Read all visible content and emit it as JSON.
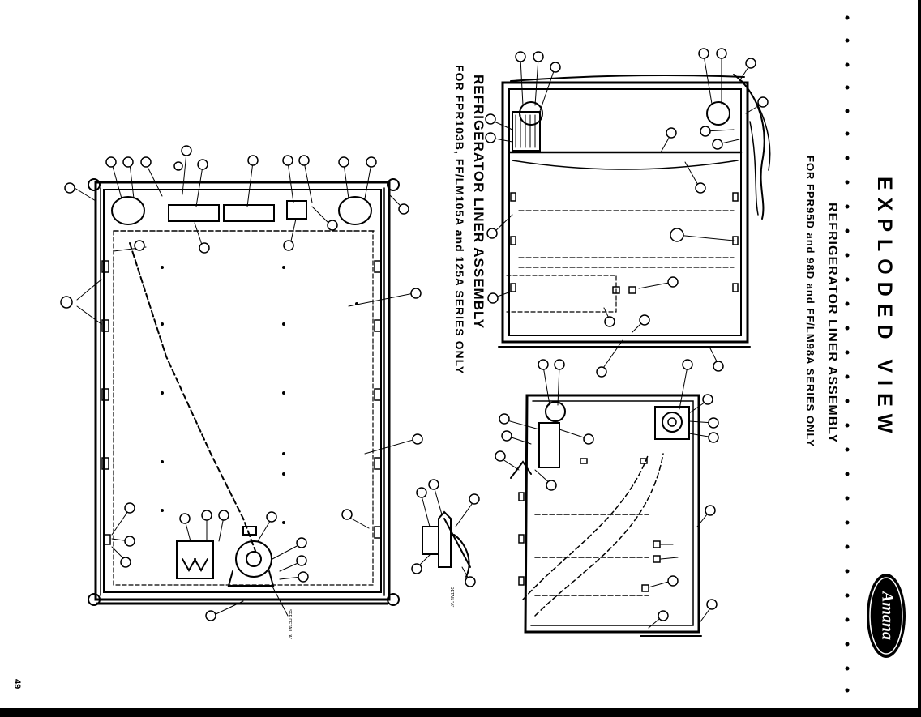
{
  "title": "EXPLODED VIEW",
  "right_assembly": {
    "heading": "REFRIGERATOR LINER ASSEMBLY",
    "series_note": "FOR FPR95D and 98D and FF/LM98A SERIES ONLY"
  },
  "left_assembly": {
    "heading": "REFRIGERATOR LINER ASSEMBLY",
    "series_note": "FOR FPR103B, FF/LM105A and 125A SERIES ONLY"
  },
  "detail_labels": {
    "detail_a": "SEE DETAIL \"A\"",
    "detail_b": "DETAIL \"A\""
  },
  "brand": "Amana",
  "page_number": "49",
  "colors": {
    "ink": "#000000",
    "paper": "#ffffff"
  },
  "icons": [
    "amana-logo-icon"
  ]
}
